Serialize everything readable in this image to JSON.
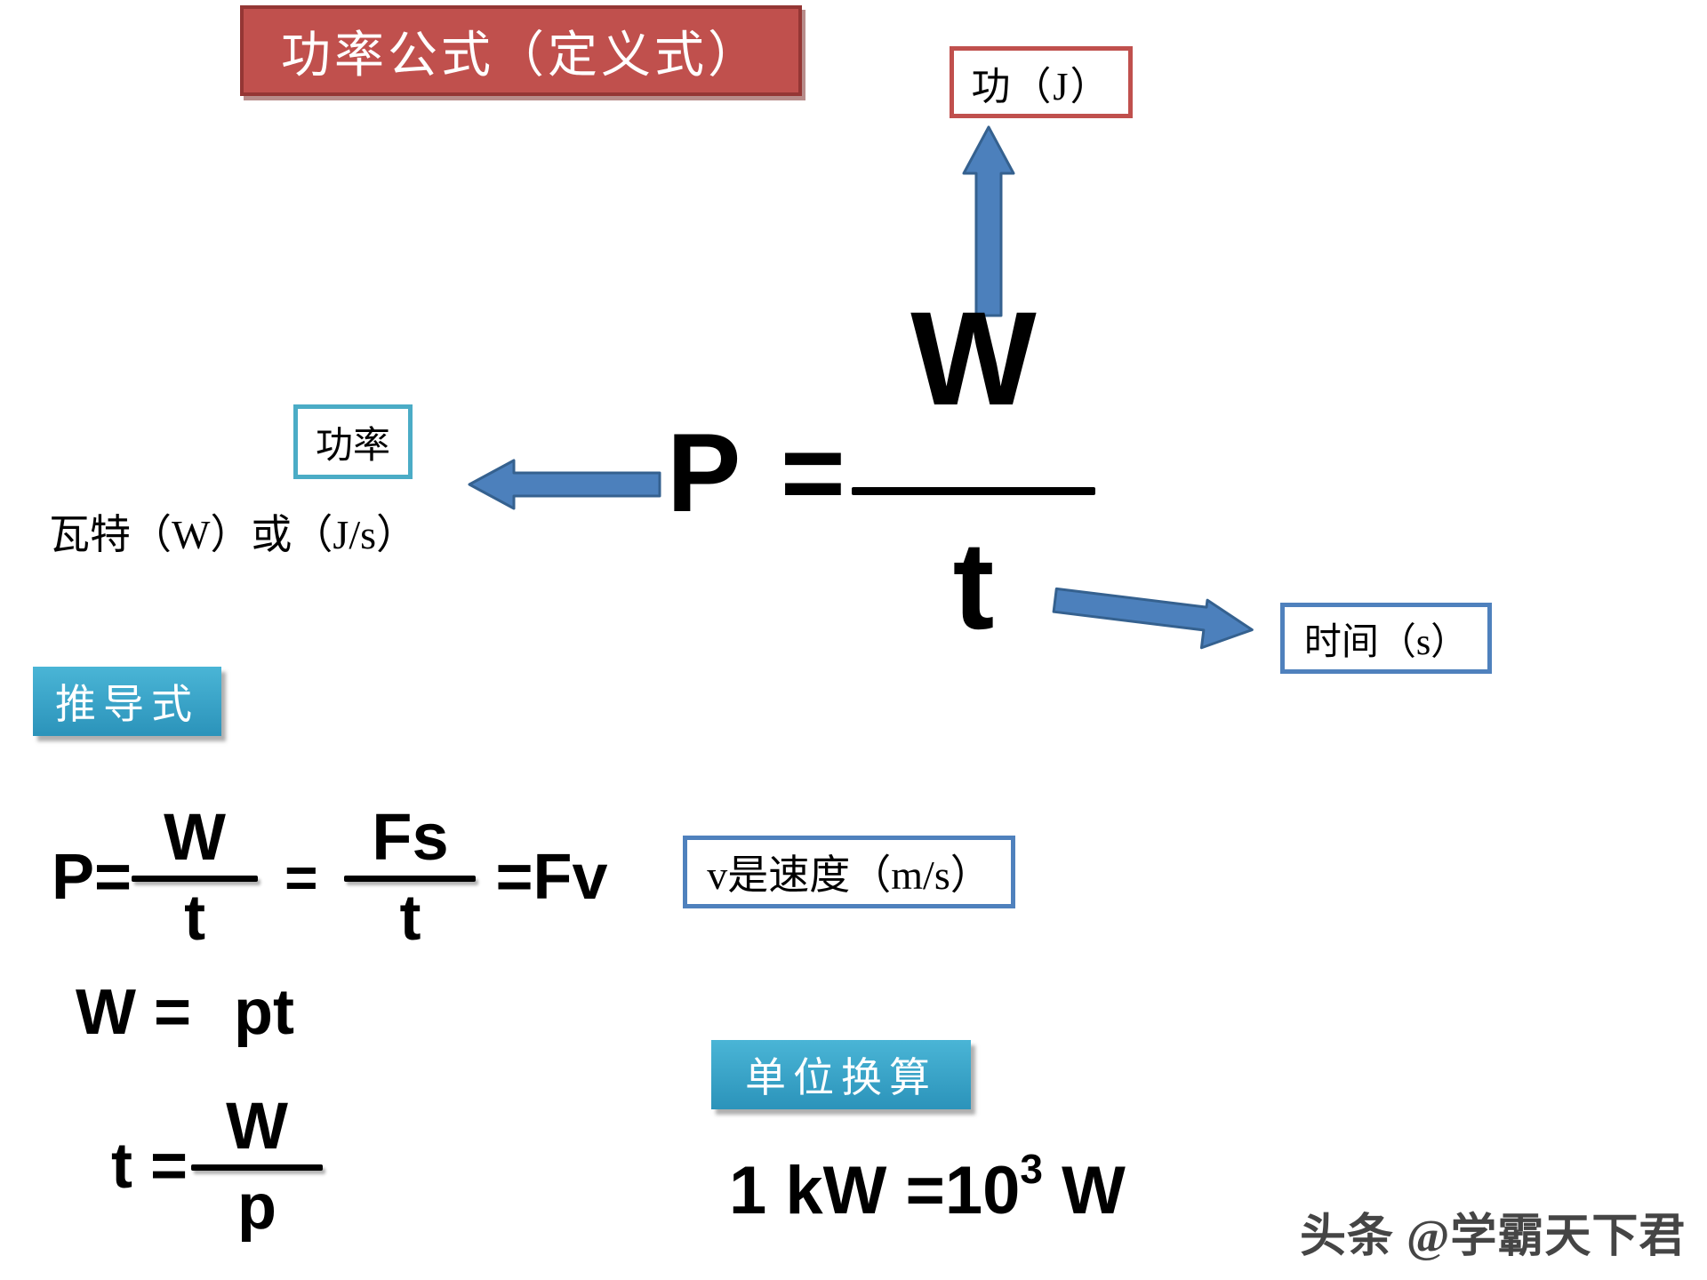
{
  "title": "功率公式（定义式）",
  "callouts": {
    "work": "功（J）",
    "power": "功率",
    "watt_units": "瓦特（W）或（J/s）",
    "time": "时间（s）",
    "velocity": "v是速度（m/s）"
  },
  "sections": {
    "derivation": "推导式",
    "unit_conversion": "单位换算"
  },
  "formulas": {
    "main": {
      "lhs": "P =",
      "numerator": "W",
      "denominator": "t"
    },
    "derived": {
      "lhs": "P=",
      "frac1": {
        "numerator": "W",
        "denominator": "t"
      },
      "equals": "=",
      "frac2": {
        "numerator": "Fs",
        "denominator": "t"
      },
      "rhs": "=Fv"
    },
    "work": {
      "lhs": "W =",
      "rhs": "pt"
    },
    "time": {
      "lhs": "t =",
      "numerator": "W",
      "denominator": "p"
    },
    "unit": {
      "base": "1 kW =10",
      "exponent": "3",
      "suffix": " W"
    }
  },
  "watermark": "头条 @学霸天下君",
  "colors": {
    "red_fill": "#c0504d",
    "red_border": "#943634",
    "teal_border": "#4bacc6",
    "blue_border": "#4f81bd",
    "arrow_fill": "#4c80bc",
    "arrow_stroke": "#35618f"
  }
}
